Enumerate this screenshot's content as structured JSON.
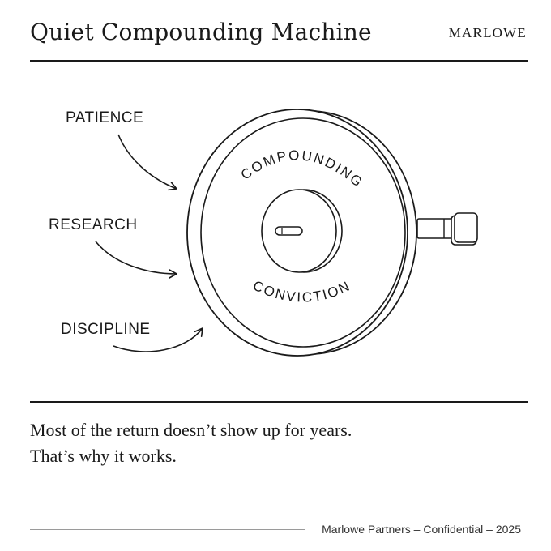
{
  "header": {
    "title": "Quiet Compounding Machine",
    "brand": "MARLOWE"
  },
  "diagram": {
    "inputs": [
      {
        "label": "PATIENCE"
      },
      {
        "label": "RESEARCH"
      },
      {
        "label": "DISCIPLINE"
      }
    ],
    "wheel": {
      "top_text": "COMPOUNDING",
      "bottom_text": "CONVICTION"
    }
  },
  "tagline": {
    "line1": "Most of the return doesn’t show up for years.",
    "line2": "That’s why it works."
  },
  "footer": {
    "text": "Marlowe Partners – Confidential – 2025"
  }
}
